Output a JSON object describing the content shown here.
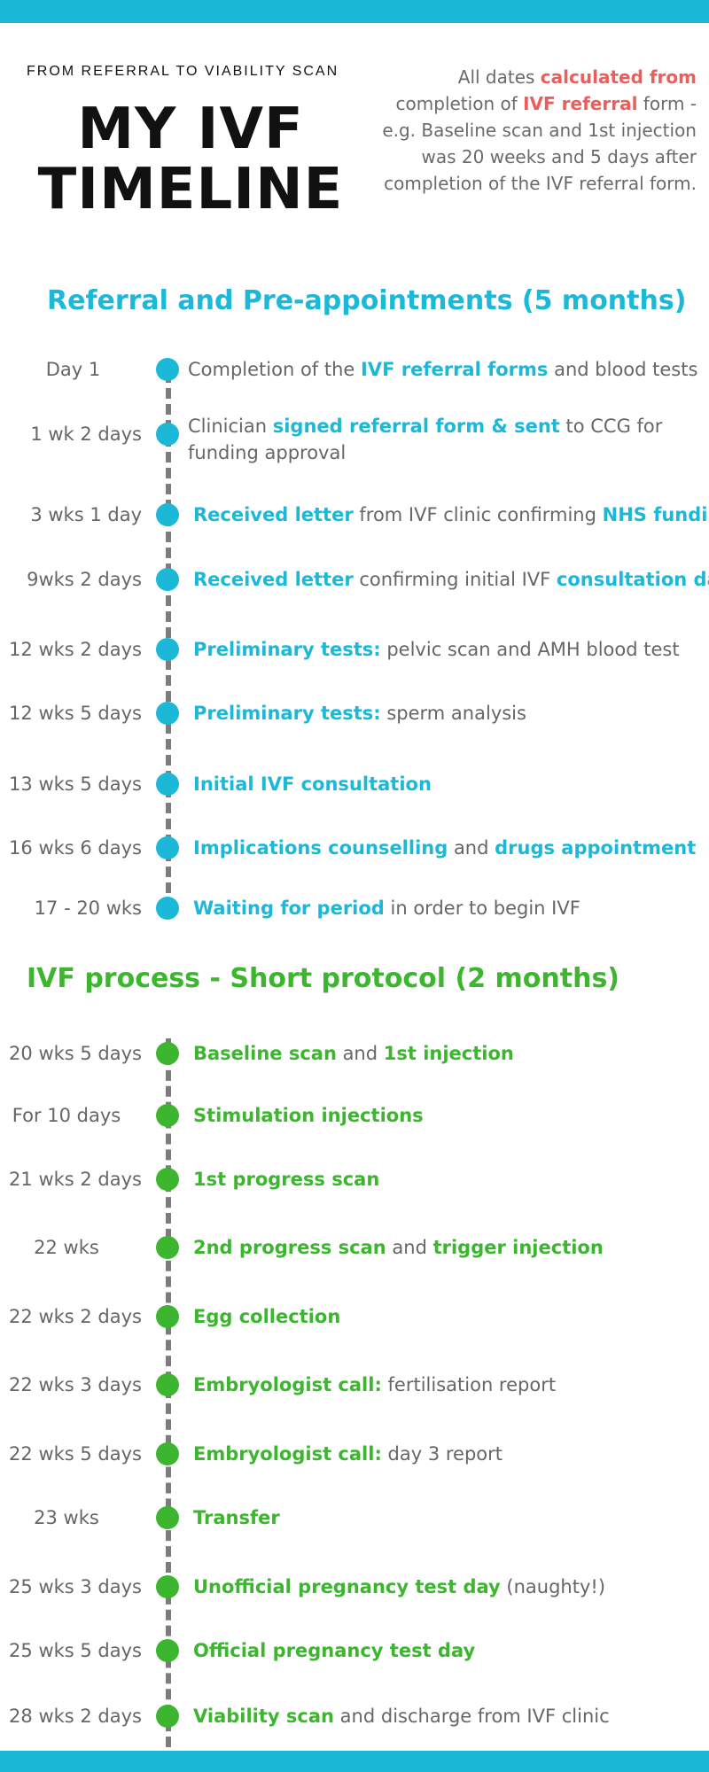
{
  "header": {
    "subtitle": "FROM REFERRAL TO VIABILITY SCAN",
    "title_line1": "MY IVF",
    "title_line2": "TIMELINE",
    "note": {
      "p1": "All dates ",
      "h1": "calculated from",
      "p2": " completion of ",
      "h2": "IVF referral",
      "p3": " form - e.g. Baseline scan and 1st injection was 20 weeks and 5 days after completion of the IVF referral form."
    }
  },
  "colors": {
    "accent_blue": "#1cb8d8",
    "accent_green": "#3cb62e",
    "accent_red": "#ee5d5a"
  },
  "section1": {
    "title": "Referral and Pre-appointments (5 months)",
    "items": [
      {
        "label": "Day 1",
        "parts": [
          [
            "Completion of the ",
            false
          ],
          [
            "IVF referral forms",
            true
          ],
          [
            " and blood tests",
            false
          ]
        ]
      },
      {
        "label": "1 wk 2 days",
        "parts": [
          [
            "Clinician ",
            false
          ],
          [
            "signed referral form & sent",
            true
          ],
          [
            " to CCG for funding approval",
            false
          ]
        ]
      },
      {
        "label": "3 wks 1 day",
        "parts": [
          [
            "Received letter",
            true
          ],
          [
            " from IVF clinic confirming ",
            false
          ],
          [
            "NHS funding",
            true
          ]
        ]
      },
      {
        "label": "9wks 2 days",
        "parts": [
          [
            "Received letter",
            true
          ],
          [
            " confirming initial IVF ",
            false
          ],
          [
            "consultation date",
            true
          ]
        ]
      },
      {
        "label": "12 wks 2 days",
        "parts": [
          [
            "Preliminary tests:",
            true
          ],
          [
            " pelvic scan and AMH blood test",
            false
          ]
        ]
      },
      {
        "label": "12 wks 5 days",
        "parts": [
          [
            "Preliminary tests:",
            true
          ],
          [
            " sperm analysis",
            false
          ]
        ]
      },
      {
        "label": "13 wks 5 days",
        "parts": [
          [
            "Initial IVF consultation",
            true
          ]
        ]
      },
      {
        "label": "16 wks 6 days",
        "parts": [
          [
            "Implications counselling",
            true
          ],
          [
            " and ",
            false
          ],
          [
            "drugs appointment",
            true
          ]
        ]
      },
      {
        "label": "17 - 20 wks",
        "parts": [
          [
            "Waiting for period",
            true
          ],
          [
            " in order to begin IVF",
            false
          ]
        ]
      }
    ]
  },
  "section2": {
    "title": "IVF process - Short protocol (2 months)",
    "items": [
      {
        "label": "20 wks 5 days",
        "parts": [
          [
            "Baseline scan",
            true
          ],
          [
            " and ",
            false
          ],
          [
            "1st injection",
            true
          ]
        ]
      },
      {
        "label": "For 10 days",
        "parts": [
          [
            "Stimulation injections",
            true
          ]
        ]
      },
      {
        "label": "21 wks 2 days",
        "parts": [
          [
            "1st progress scan",
            true
          ]
        ]
      },
      {
        "label": "22 wks",
        "parts": [
          [
            "2nd progress scan",
            true
          ],
          [
            " and ",
            false
          ],
          [
            "trigger injection",
            true
          ]
        ]
      },
      {
        "label": "22 wks 2 days",
        "parts": [
          [
            "Egg collection",
            true
          ]
        ]
      },
      {
        "label": "22 wks 3 days",
        "parts": [
          [
            "Embryologist call:",
            true
          ],
          [
            " fertilisation report",
            false
          ]
        ]
      },
      {
        "label": "22 wks 5 days",
        "parts": [
          [
            "Embryologist call:",
            true
          ],
          [
            " day 3 report",
            false
          ]
        ]
      },
      {
        "label": "23 wks",
        "parts": [
          [
            "Transfer",
            true
          ]
        ]
      },
      {
        "label": "25 wks 3 days",
        "parts": [
          [
            "Unofficial pregnancy test day",
            true
          ],
          [
            " (naughty!)",
            false
          ]
        ]
      },
      {
        "label": "25 wks 5 days",
        "parts": [
          [
            "Official pregnancy test day",
            true
          ]
        ]
      },
      {
        "label": "28 wks 2 days",
        "parts": [
          [
            "Viability scan",
            true
          ],
          [
            " and discharge from IVF clinic",
            false
          ]
        ]
      }
    ]
  }
}
